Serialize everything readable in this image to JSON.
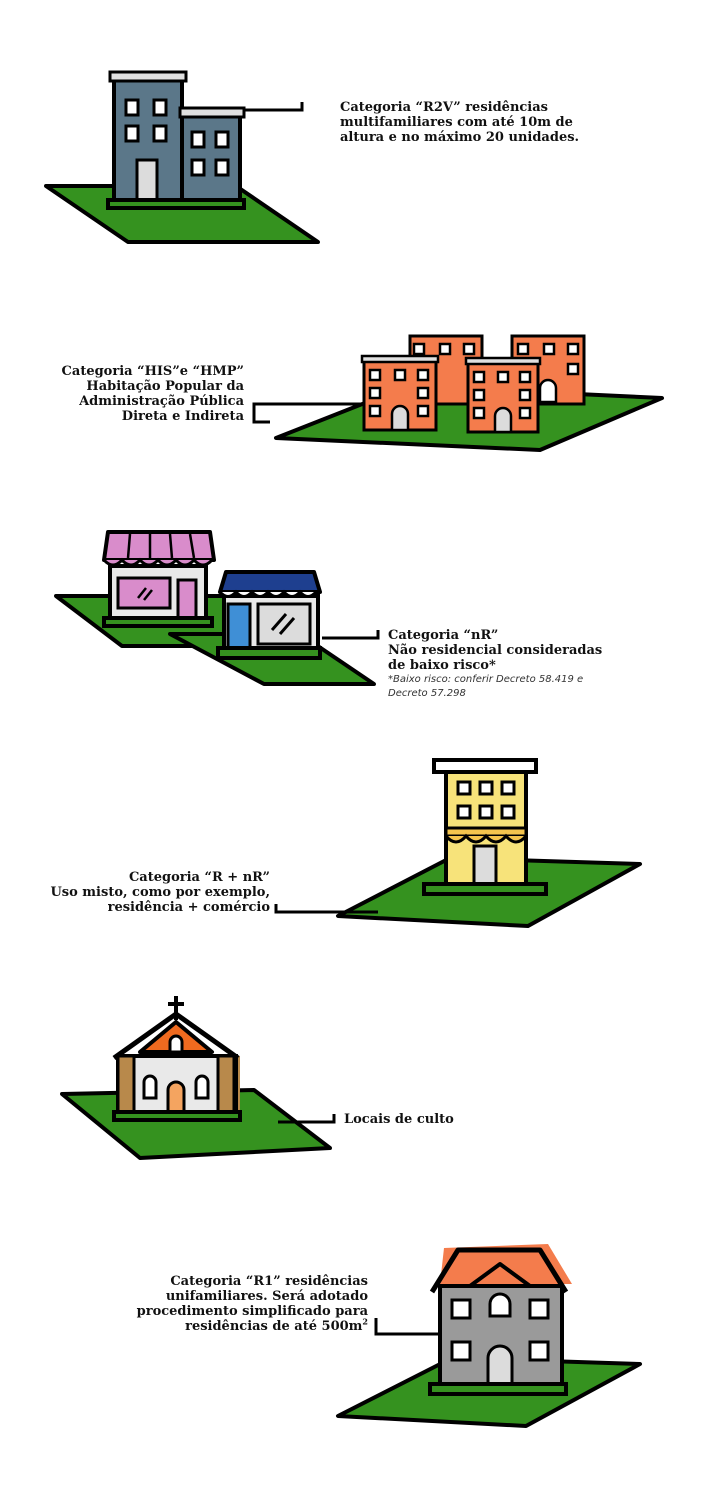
{
  "colors": {
    "outline": "#000000",
    "ground": "#35921f",
    "slate": "#5b7789",
    "coral": "#f47c4c",
    "pink": "#d98ccb",
    "blue": "#3f8fd6",
    "navy": "#1e3f8f",
    "yellow": "#f7e37a",
    "gold": "#f4c44e",
    "orange": "#ef6a1f",
    "tan": "#b8894b",
    "gray": "#9a9a9a",
    "light_gray": "#dcdcdc"
  },
  "categories": [
    {
      "id": "r2v",
      "icon": "slate-apartment-building-icon",
      "lines": [
        "Categoria “R2V” residências",
        "multifamiliares com até 10m de",
        "altura e no máximo 20 unidades."
      ]
    },
    {
      "id": "his-hmp",
      "icon": "orange-housing-blocks-icon",
      "lines": [
        "Categoria “HIS”e “HMP”",
        "Habitação Popular da",
        "Administração Pública",
        "Direta e Indireta"
      ]
    },
    {
      "id": "nr",
      "icon": "shops-icon",
      "lines": [
        "Categoria “nR”",
        "Não residencial consideradas",
        "de baixo risco*"
      ],
      "note_lines": [
        "*Baixo risco: conferir Decreto 58.419 e",
        "Decreto 57.298"
      ]
    },
    {
      "id": "r-nr",
      "icon": "mixed-use-building-icon",
      "lines": [
        "Categoria “R + nR”",
        "Uso misto, como por exemplo,",
        "residência + comércio"
      ]
    },
    {
      "id": "culto",
      "icon": "church-icon",
      "lines": [
        "Locais de culto"
      ]
    },
    {
      "id": "r1",
      "icon": "single-family-house-icon",
      "lines": [
        "Categoria “R1” residências",
        "unifamiliares. Será adotado",
        "procedimento simplificado para",
        "residências de até 500m"
      ],
      "superscript": "2"
    }
  ]
}
